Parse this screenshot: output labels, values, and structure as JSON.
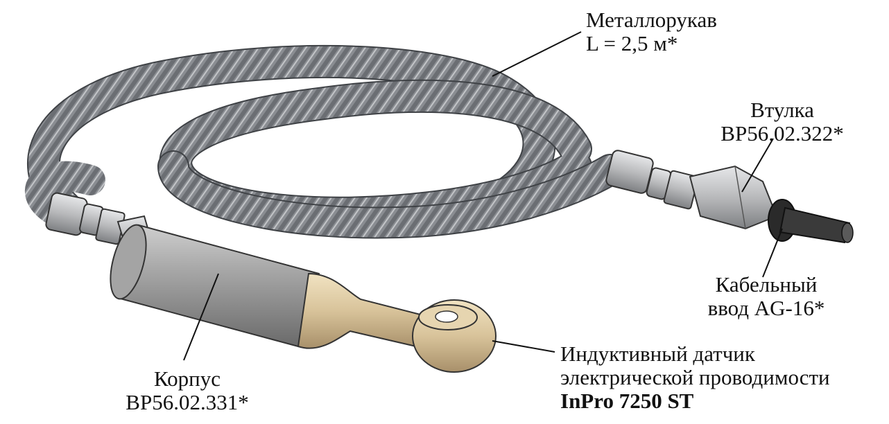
{
  "labels": {
    "hose": {
      "line1": "Металлорукав",
      "line2": "L = 2,5 м*"
    },
    "bushing": {
      "line1": "Втулка",
      "line2": "ВР56.02.322*"
    },
    "cable_gland": {
      "line1": "Кабельный",
      "line2": "ввод AG-16*"
    },
    "housing": {
      "line1": "Корпус",
      "line2": "ВР56.02.331*"
    },
    "sensor": {
      "line1": "Индуктивный датчик",
      "line2": "электрической проводимости",
      "line3": "InPro 7250 ST"
    }
  },
  "colors": {
    "hose": "#8a8d92",
    "hose_dark": "#4f5257",
    "hose_light": "#c9cbce",
    "housing": "#9a9a9a",
    "fitting": "#b8b9bb",
    "sensor": "#d8c39a",
    "gland": "#1e1e1e"
  }
}
